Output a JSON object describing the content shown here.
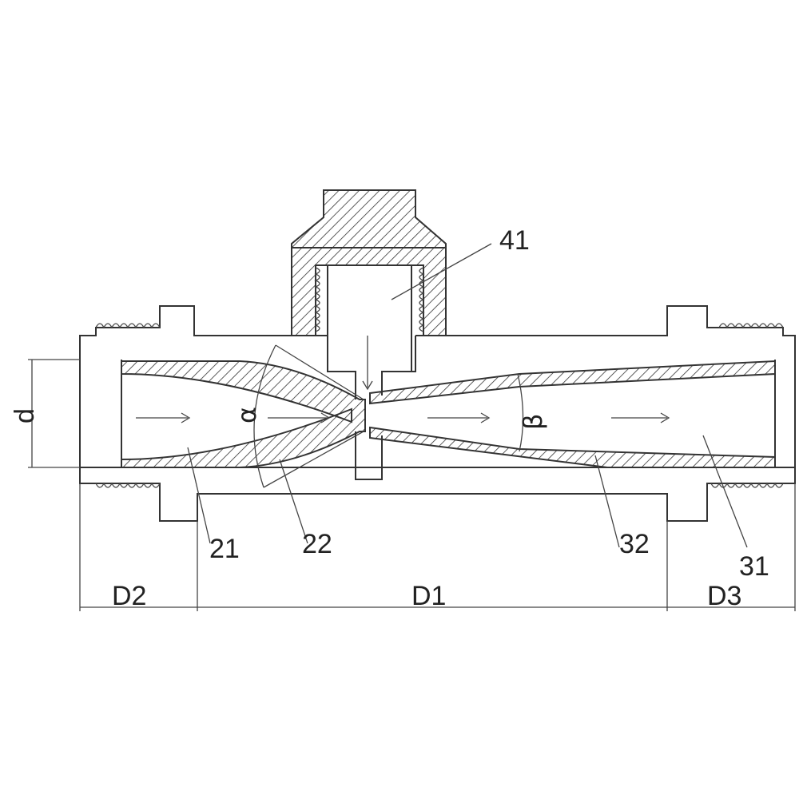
{
  "diagram": {
    "labels": {
      "part_41": "41",
      "part_21": "21",
      "part_22": "22",
      "part_32": "32",
      "part_31": "31",
      "angle_alpha": "α",
      "angle_beta": "β",
      "dim_d": "d",
      "dim_D1": "D1",
      "dim_D2": "D2",
      "dim_D3": "D3"
    },
    "colors": {
      "line": "#333333",
      "background": "#ffffff"
    }
  }
}
